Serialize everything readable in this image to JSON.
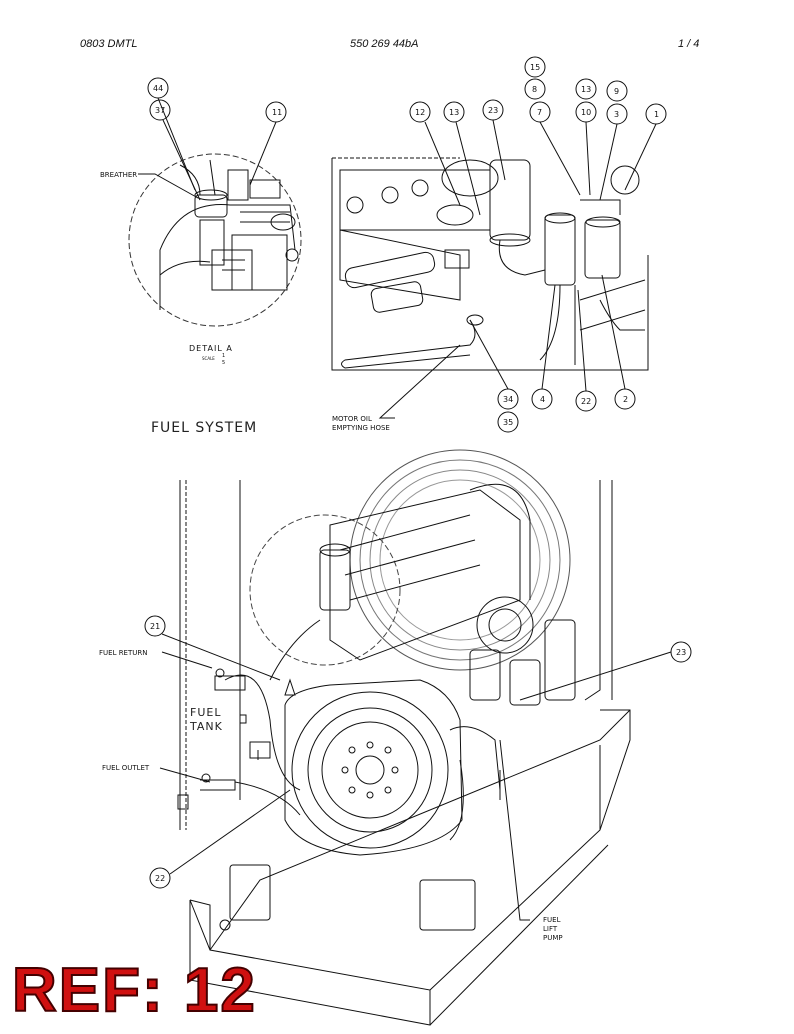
{
  "header": {
    "left": "0803 DMTL",
    "center": "550 269 44bA",
    "right": "1 /  4"
  },
  "top_left_detail": {
    "breather": "BREATHER",
    "detail_title": "DETAIL A",
    "scale_label": "SCALE",
    "scale_num": "1",
    "scale_den": "5",
    "balloons": [
      "44",
      "37",
      "11"
    ]
  },
  "section_title": "FUEL SYSTEM",
  "top_right": {
    "balloons_top": [
      "15",
      "8",
      "7",
      "13",
      "10",
      "9",
      "3",
      "1",
      "12",
      "13",
      "23"
    ],
    "balloons_bottom": [
      "34",
      "35",
      "4",
      "22",
      "2"
    ],
    "motor_oil_line1": "MOTOR OIL",
    "motor_oil_line2": "EMPTYING HOSE"
  },
  "bottom": {
    "fuel_return": "FUEL RETURN",
    "fuel_tank_line1": "FUEL",
    "fuel_tank_line2": "TANK",
    "fuel_outlet": "FUEL OUTLET",
    "fuel_lift_pump_line1": "FUEL",
    "fuel_lift_pump_line2": "LIFT",
    "fuel_lift_pump_line3": "PUMP",
    "balloons": [
      "21",
      "23",
      "22"
    ]
  },
  "stamp": "REF: 12"
}
